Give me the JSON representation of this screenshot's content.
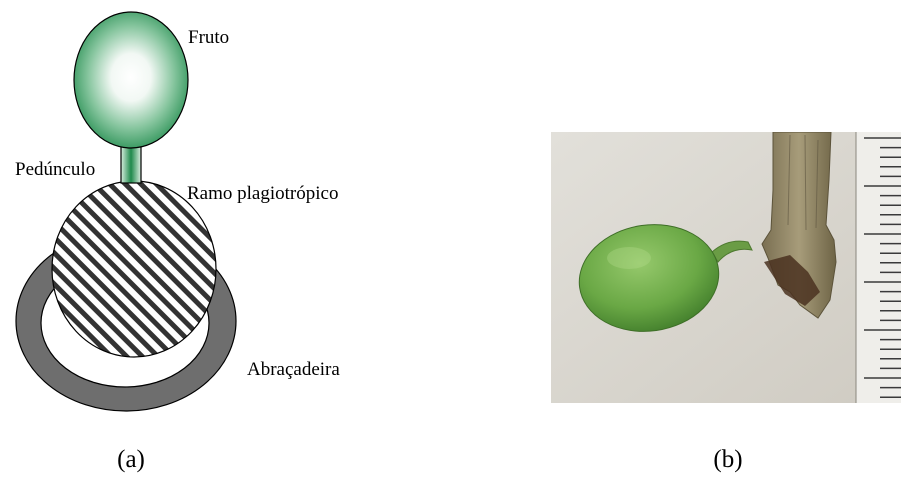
{
  "panel_a": {
    "labels": {
      "fruit": "Fruto",
      "peduncle": "Pedúnculo",
      "branch": "Ramo plagiotrópico",
      "clamp": "Abraçadeira"
    },
    "caption": "(a)",
    "colors": {
      "fruit_edge": "#1f8a4c",
      "fruit_center": "#ffffff",
      "clamp": "#6e6e6e",
      "hatch": "#333333"
    }
  },
  "panel_b": {
    "caption": "(b)",
    "colors": {
      "background": "#dcd9d2",
      "fruit": "#6aa845",
      "stem": "#8f8463",
      "ruler": "#efeeea"
    }
  }
}
